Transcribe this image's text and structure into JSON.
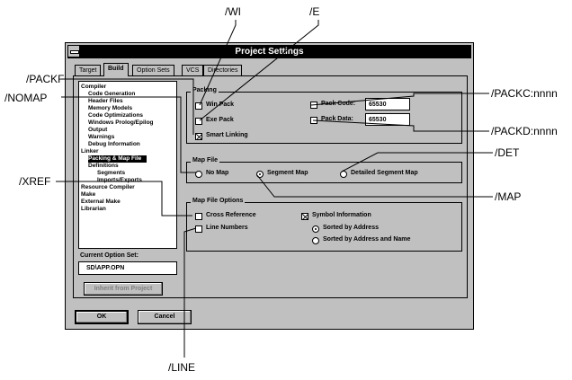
{
  "callouts": {
    "wi": "/WI",
    "e": "/E",
    "packf": "/PACKF",
    "nomap": "/NOMAP",
    "packc": "/PACKC:nnnn",
    "packd": "/PACKD:nnnn",
    "det": "/DET",
    "xref": "/XREF",
    "map": "/MAP",
    "line": "/LINE"
  },
  "dialog": {
    "title": "Project Settings",
    "tabs": [
      "Target",
      "Build",
      "Option Sets",
      "VCS",
      "Directories"
    ],
    "active_tab": "Build"
  },
  "tree": {
    "items": [
      {
        "label": "Compiler",
        "level": 0
      },
      {
        "label": "Code Generation",
        "level": 1
      },
      {
        "label": "Header Files",
        "level": 1
      },
      {
        "label": "Memory Models",
        "level": 1
      },
      {
        "label": "Code Optimizations",
        "level": 1
      },
      {
        "label": "Windows Prolog/Epilog",
        "level": 1
      },
      {
        "label": "Output",
        "level": 1
      },
      {
        "label": "Warnings",
        "level": 1
      },
      {
        "label": "Debug Information",
        "level": 1
      },
      {
        "label": "Linker",
        "level": 0
      },
      {
        "label": "Packing & Map File",
        "level": 1,
        "selected": true
      },
      {
        "label": "Definitions",
        "level": 1
      },
      {
        "label": "Segments",
        "level": 2
      },
      {
        "label": "Imports/Exports",
        "level": 2
      },
      {
        "label": "Resource Compiler",
        "level": 0
      },
      {
        "label": "Make",
        "level": 0
      },
      {
        "label": "External Make",
        "level": 0
      },
      {
        "label": "Librarian",
        "level": 0
      }
    ]
  },
  "current_option_set": {
    "label": "Current Option Set:",
    "value": "SD\\APP.OPN"
  },
  "inherit_button": "Inherit from Project",
  "packing": {
    "label": "Packing",
    "win_pack": "Win Pack",
    "exe_pack": "Exe Pack",
    "smart_linking": "Smart Linking",
    "pack_code_label": "Pack Code:",
    "pack_code_value": "65530",
    "pack_data_label": "Pack Data:",
    "pack_data_value": "65530"
  },
  "map_file": {
    "label": "Map File",
    "no_map": "No Map",
    "segment_map": "Segment Map",
    "detailed_segment_map": "Detailed Segment Map"
  },
  "map_options": {
    "label": "Map File Options",
    "cross_reference": "Cross Reference",
    "line_numbers": "Line Numbers",
    "symbol_information": "Symbol Information",
    "sorted_by_address": "Sorted by Address",
    "sorted_by_address_and_name": "Sorted by Address and Name"
  },
  "buttons": {
    "ok": "OK",
    "cancel": "Cancel"
  }
}
